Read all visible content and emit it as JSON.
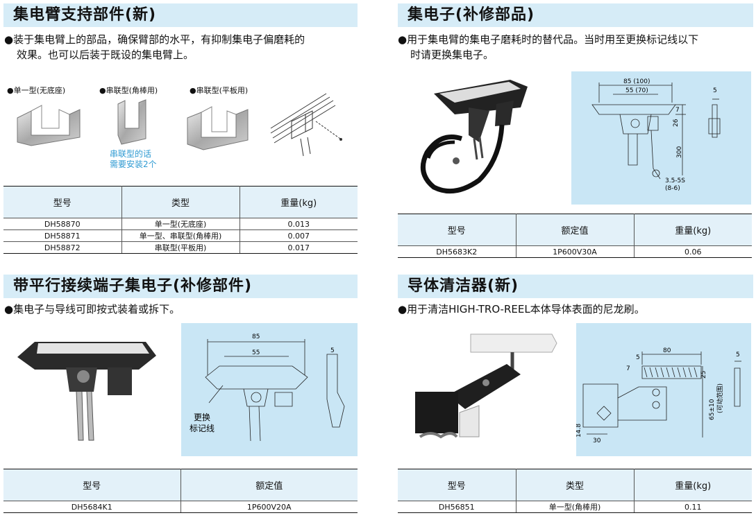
{
  "s1": {
    "title": "集电臂支持部件(新)",
    "desc1": "●装于集电臂上的部品，确保臂部的水平，有抑制集电子偏磨耗的",
    "desc2": "效果。也可以后装于既设的集电臂上。",
    "labels": [
      "●单一型(无底座)",
      "●串联型(角棒用)",
      "●串联型(平板用)"
    ],
    "note1": "串联型的话",
    "note2": "需要安装2个",
    "headers": [
      "型号",
      "类型",
      "重量(kg)"
    ],
    "rows": [
      [
        "DH58870",
        "单一型(无底座)",
        "0.013"
      ],
      [
        "DH58871",
        "单一型、串联型(角棒用)",
        "0.007"
      ],
      [
        "DH58872",
        "串联型(平板用)",
        "0.017"
      ]
    ]
  },
  "s2": {
    "title": "集电子(补修部品)",
    "desc1": "●用于集电臂的集电子磨耗时的替代品。当时用至更换标记线以下",
    "desc2": "时请更换集电子。",
    "dims": {
      "d1": "85 (100)",
      "d2": "55 (70)",
      "d3": "7",
      "d4": "26",
      "d5": "300",
      "d6": "3.5-5S",
      "d7": "(8-6)",
      "d8": "5"
    },
    "headers": [
      "型号",
      "额定值",
      "重量(kg)"
    ],
    "rows": [
      [
        "DH5683K2",
        "1P600V30A",
        "0.06"
      ]
    ]
  },
  "s3": {
    "title": "带平行接续端子集电子(补修部件)",
    "desc1": "●集电子与导线可即按式装着或拆下。",
    "dims": {
      "d1": "85",
      "d2": "55",
      "d3": "5",
      "mark1": "更换",
      "mark2": "标记线"
    },
    "headers": [
      "型号",
      "额定值"
    ],
    "rows": [
      [
        "DH5684K1",
        "1P600V20A"
      ]
    ]
  },
  "s4": {
    "title": "导体清洁器(新)",
    "desc1": "●用于清洁HIGH-TRO-REEL本体导体表面的尼龙刷。",
    "dims": {
      "d1": "80",
      "d2": "5",
      "d3": "7",
      "d4": "25",
      "d5": "65±10",
      "d6": "(可动范围)",
      "d7": "14.8",
      "d8": "30",
      "d9": "5"
    },
    "headers": [
      "型号",
      "类型",
      "重量(kg)"
    ],
    "rows": [
      [
        "DH56851",
        "单一型(角棒用)",
        "0.11"
      ]
    ]
  }
}
